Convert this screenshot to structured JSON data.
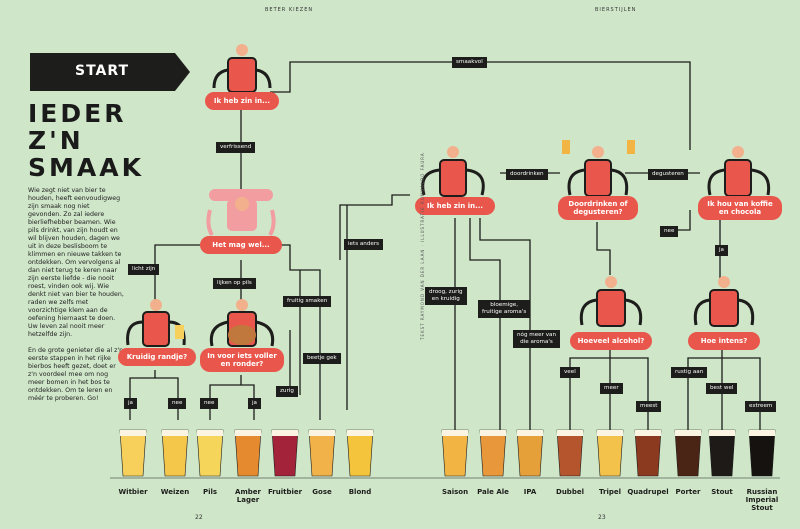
{
  "header": {
    "left": "BETER KIEZEN",
    "right": "BIERSTIJLEN"
  },
  "title": [
    "IEDER",
    "Z'N",
    "SMAAK"
  ],
  "intro": [
    "Wie zegt niet van bier te houden, heeft eenvoudigweg zijn smaak nog niet gevonden. Zo zal iedere bierliefhebber beamen. Wie pils drinkt, van zijn houdt en wil blijven houden, dagen we uit in deze beslisboom te klimmen en nieuwe takken te ontdekken. Om vervolgens al dan niet terug te keren naar zijn eerste liefde - die nooit roest, vinden ook wij. Wie denkt niet van bier te houden, raden we zelfs met voorzichtige klem aan de oefening hiernaast te doen. Uw leven zal nooit meer hetzelfde zijn.",
    "En de grote genieter die al z'n eerste stappen in het rijke bierbos heeft gezet, doet er z'n voordeel mee om nog meer bomen in het bos te ontdekken. Om te leren en méér te proberen. Go!"
  ],
  "start": "START",
  "bubbles": {
    "b1": "Ik heb zin in...",
    "b2": "Het mag wel...",
    "b3": "Kruidig randje?",
    "b4": [
      "In voor iets voller",
      "en ronder?"
    ],
    "b5": "Ik heb zin in...",
    "b6": [
      "Doordrinken of",
      "degusteren?"
    ],
    "b7": [
      "Ik hou van koffie",
      "en chocola"
    ],
    "b8": "Hoeveel alcohol?",
    "b9": "Hoe intens?"
  },
  "labels": {
    "smaakvol": "smaakvol",
    "verfrissend": "verfrissend",
    "licht_zijn": "licht zijn",
    "lijken_op_pils": "lijken op pils",
    "fruitig_smaken": "fruitig smaken",
    "iets_anders": "iets anders",
    "beetje_gek": "beetje gek",
    "zurig": "zurig",
    "ja1": "ja",
    "nee1": "nee",
    "nee2": "nee",
    "ja2": "ja",
    "doordrinken": "doordrinken",
    "degusteren": "degusteren",
    "droog": [
      "droog, zurig",
      "en kruidig"
    ],
    "bloemige": [
      "bloemige,",
      "fruitige aroma's"
    ],
    "nog_meer": [
      "nóg meer van",
      "die aroma's"
    ],
    "nee3": "nee",
    "ja3": "ja",
    "veel": "veel",
    "meer": "meer",
    "meest": "meest",
    "rustig_aan": "rustig aan",
    "best_wel": "best wel",
    "extreem": "extreem"
  },
  "beers": [
    "Witbier",
    "Weizen",
    "Pils",
    "Amber Lager",
    "Fruitbier",
    "Gose",
    "Blond",
    "Saison",
    "Pale Ale",
    "IPA",
    "Dubbel",
    "Tripel",
    "Quadrupel",
    "Porter",
    "Stout",
    "Russian Imperial Stout"
  ],
  "beer_colors": [
    "#f6d05a",
    "#f4c64a",
    "#f6d65a",
    "#e58a2f",
    "#a3243a",
    "#f2b24a",
    "#f4c53c",
    "#f2b443",
    "#e8983a",
    "#e6a03a",
    "#b4552e",
    "#f3c24a",
    "#8c3a1f",
    "#4a2515",
    "#1d1a18",
    "#15120f"
  ],
  "credit": "TEKST RAYMOND VAN DER LAAN · ILLUSTRATIE ROMUALDO FAURA",
  "page_left": "22",
  "page_right": "23",
  "colors": {
    "background": "#cfe6c9",
    "accent": "#e9574c",
    "ink": "#1d1d1b"
  }
}
